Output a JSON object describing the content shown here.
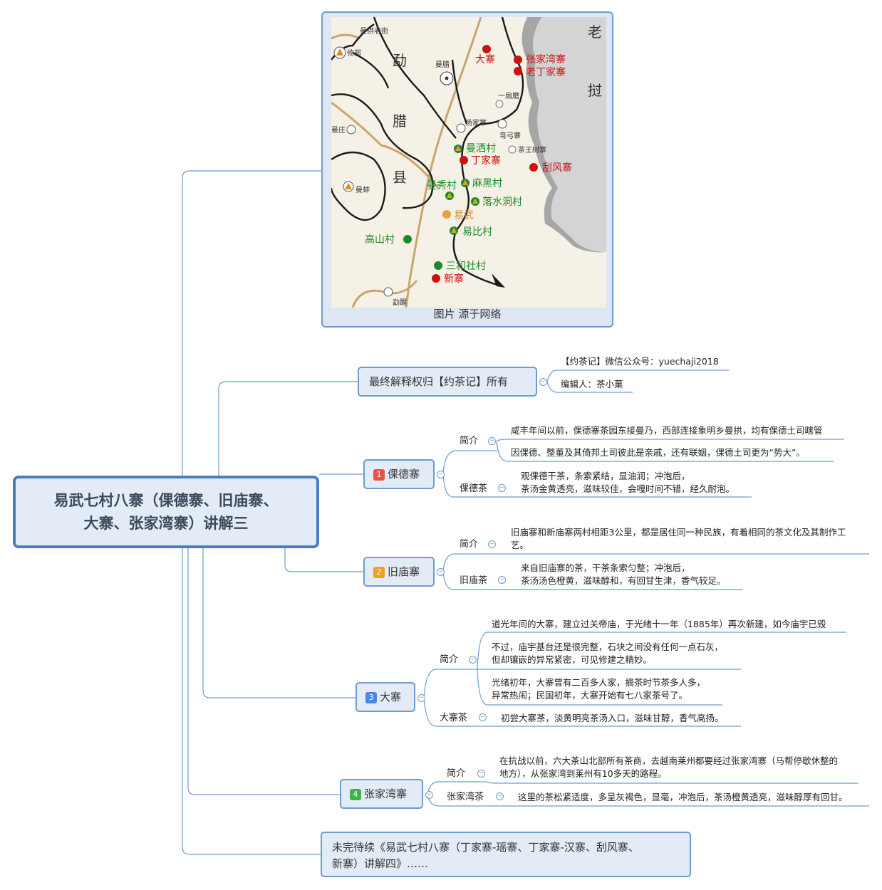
{
  "root": {
    "title_line1": "易武七村八寨（倮德寨、旧庙寨、",
    "title_line2": "大寨、张家湾寨）讲解三"
  },
  "map": {
    "caption": "图片 源于网络",
    "labels": {
      "manggong_old_street": "曼拱老街",
      "yibang": "倚邦",
      "mengla_1": "勐",
      "mengla_2": "腊",
      "mengla_3": "县",
      "manla": "曼腊",
      "laowo_1": "老",
      "laowo_2": "挝",
      "dazhai": "大寨",
      "zhangjiawan": "张家湾寨",
      "laodingjia": "老丁家寨",
      "yishanmo": "一扇磨",
      "yangjiazhai": "杨家寨",
      "wanggongzhai": "弯弓寨",
      "mansa": "曼洒村",
      "chawangshu": "茶王树寨",
      "dingjiazhai": "丁家寨",
      "guafeng": "刮风寨",
      "manzhuang": "曼庄",
      "manxiu": "曼秀村",
      "mahei": "麻黑村",
      "manbang": "曼蚌",
      "luoshuidong": "落水洞村",
      "yiwu": "易武",
      "yibi": "易比村",
      "gaoshan": "高山村",
      "sanhe": "三和社村",
      "xinzhai": "新寨",
      "mengxing": "勐醒"
    }
  },
  "copyright": {
    "title": "最终解释权归【约茶记】所有",
    "wechat": "【约茶记】微信公众号：yuechaji2018",
    "editor": "编辑人：茶小菓"
  },
  "sections": [
    {
      "number": "1",
      "name": "倮德寨",
      "intro_label": "简介",
      "intro": [
        "咸丰年间以前，倮德寨茶园东接曼乃，西部连接象明乡曼拱，均有倮德土司瞎管",
        "因倮德、整董及其倚邦土司彼此是亲戚，还有联姻，倮德土司更为“势大”。"
      ],
      "tea_label": "倮德茶",
      "tea": [
        "观倮德干茶，条索紧结，显油润；冲泡后，",
        "茶汤金黄透亮，滋味较佳，会嘎时间不错，经久耐泡。"
      ]
    },
    {
      "number": "2",
      "name": "旧庙寨",
      "intro_label": "简介",
      "intro": [
        "旧庙寨和新庙寨两村相距3公里，都是居住同一种民族，有着相同的茶文化及其制作工",
        "艺。"
      ],
      "tea_label": "旧庙茶",
      "tea": [
        "来自旧庙寨的茶，干茶条索匀整；冲泡后，",
        "茶汤汤色橙黄，滋味醇和，有回甘生津，香气较足。"
      ]
    },
    {
      "number": "3",
      "name": "大寨",
      "intro_label": "简介",
      "intro": [
        "道光年间的大寨，建立过关帝庙，于光绪十一年（1885年）再次新建，如今庙宇已毁",
        "不过，庙宇基台还是很完整，石块之间没有任何一点石灰，",
        "但却镶嵌的异常紧密，可见修建之精妙。",
        "光绪初年，大寨曾有二百多人家，摘茶时节茶多人多，",
        "异常热闹；民国初年，大寨开始有七八家茶号了。"
      ],
      "tea_label": "大寨茶",
      "tea": [
        "初尝大寨茶，淡黄明亮茶汤入口，滋味甘醇，香气高扬。"
      ]
    },
    {
      "number": "4",
      "name": "张家湾寨",
      "intro_label": "简介",
      "intro": [
        "在抗战以前，六大茶山北部所有茶商，去越南莱州都要经过张家湾寨（马帮停歇休整的",
        "地方），从张家湾到莱州有10多天的路程。"
      ],
      "tea_label": "张家湾茶",
      "tea": [
        "这里的茶松紧适度，多呈灰褐色，显毫，冲泡后，茶汤橙黄透亮，滋味醇厚有回甘。"
      ]
    }
  ],
  "footer": {
    "line1": "未完待续《易武七村八寨（丁家寨-瑶寨、丁家寨-汉寨、刮风寨、",
    "line2": "新寨）讲解四》……"
  },
  "colors": {
    "line": "#6f9bd0",
    "node_fill": "#e3ebf6",
    "badge1": "#e5534b",
    "badge2": "#f0a020",
    "badge3": "#4a86e8",
    "badge4": "#3cb44b",
    "red_village": "#cc1111",
    "green_village": "#1a8a2a",
    "yiwu_orange": "#e8a040"
  }
}
